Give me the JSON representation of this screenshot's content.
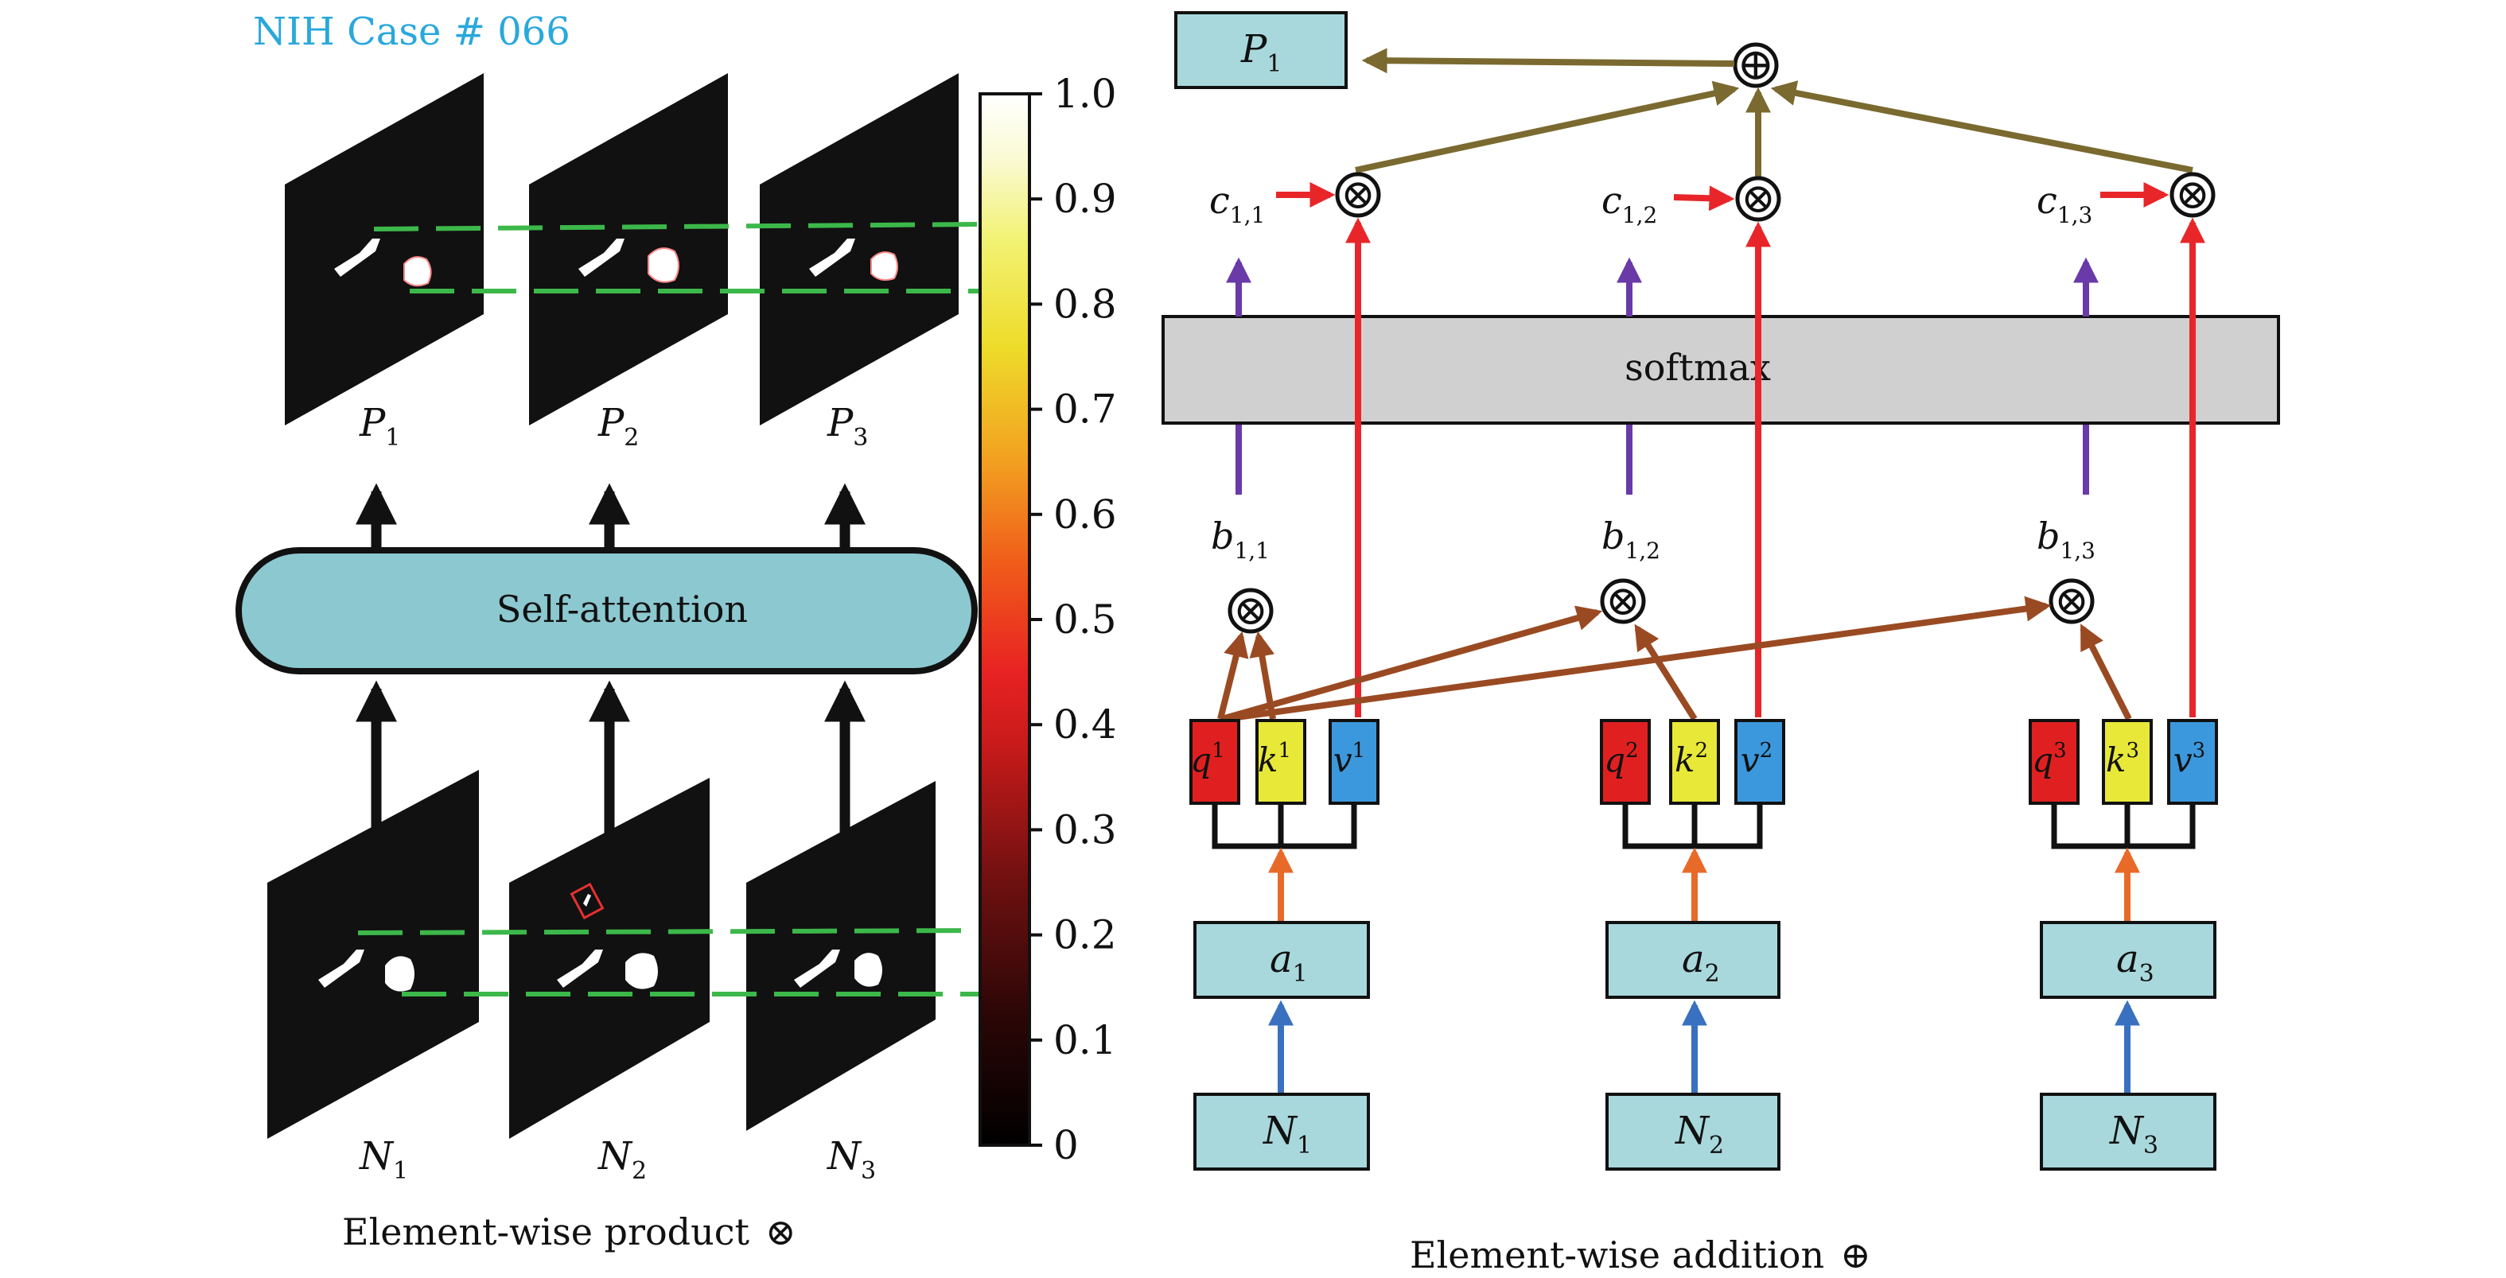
{
  "left_panel": {
    "case_label": "NIH Case # 066",
    "attention_label": "Self-attention",
    "caption_text": "Element-wise product",
    "caption_symbol": "⊗",
    "outputs": [
      {
        "sym": "P",
        "sub": "1"
      },
      {
        "sym": "P",
        "sub": "2"
      },
      {
        "sym": "P",
        "sub": "3"
      }
    ],
    "inputs": [
      {
        "sym": "N",
        "sub": "1"
      },
      {
        "sym": "N",
        "sub": "2"
      },
      {
        "sym": "N",
        "sub": "3"
      }
    ]
  },
  "colorbar": {
    "ticks": [
      "1.0",
      "0.9",
      "0.8",
      "0.7",
      "0.6",
      "0.5",
      "0.4",
      "0.3",
      "0.2",
      "0.1",
      "0"
    ],
    "stops": [
      "#000000",
      "#4a0a0a",
      "#a01818",
      "#e82020",
      "#f05a1a",
      "#f2a020",
      "#eedc2a",
      "#f2f26a",
      "#fafad2",
      "#ffffff"
    ]
  },
  "right_panel": {
    "output": {
      "sym": "P",
      "sub": "1"
    },
    "softmax_label": "softmax",
    "caption_text": "Element-wise addition",
    "caption_symbol": "⊕",
    "sum_symbol": "⊕",
    "product_symbol": "⊗",
    "c_labels": [
      {
        "sym": "c",
        "sub": "1,1"
      },
      {
        "sym": "c",
        "sub": "1,2"
      },
      {
        "sym": "c",
        "sub": "1,3"
      }
    ],
    "b_labels": [
      {
        "sym": "b",
        "sub": "1,1"
      },
      {
        "sym": "b",
        "sub": "1,2"
      },
      {
        "sym": "b",
        "sub": "1,3"
      }
    ],
    "columns": [
      {
        "q": "q",
        "k": "k",
        "v": "v",
        "sup": "1",
        "a_sym": "a",
        "a_sub": "1",
        "n_sym": "N",
        "n_sub": "1"
      },
      {
        "q": "q",
        "k": "k",
        "v": "v",
        "sup": "2",
        "a_sym": "a",
        "a_sub": "2",
        "n_sym": "N",
        "n_sub": "2"
      },
      {
        "q": "q",
        "k": "k",
        "v": "v",
        "sup": "3",
        "a_sym": "a",
        "a_sub": "3",
        "n_sym": "N",
        "n_sub": "3"
      }
    ]
  },
  "colors": {
    "cyan_label": "#29a8dc",
    "box_fill": "#a8d8dc",
    "attention_fill": "#8cc8d0",
    "softmax_fill": "#d0d0d0",
    "q_fill": "#e02020",
    "k_fill": "#e8e838",
    "v_fill": "#3c98dc",
    "red_arrow": "#e8262a",
    "purple_arrow": "#6a3aa8",
    "brown_arrow": "#9a4a22",
    "olive_arrow": "#7a6a30",
    "orange_arrow": "#e86a28",
    "blue_arrow": "#3a70c0",
    "green_dash": "#3cb84a"
  }
}
